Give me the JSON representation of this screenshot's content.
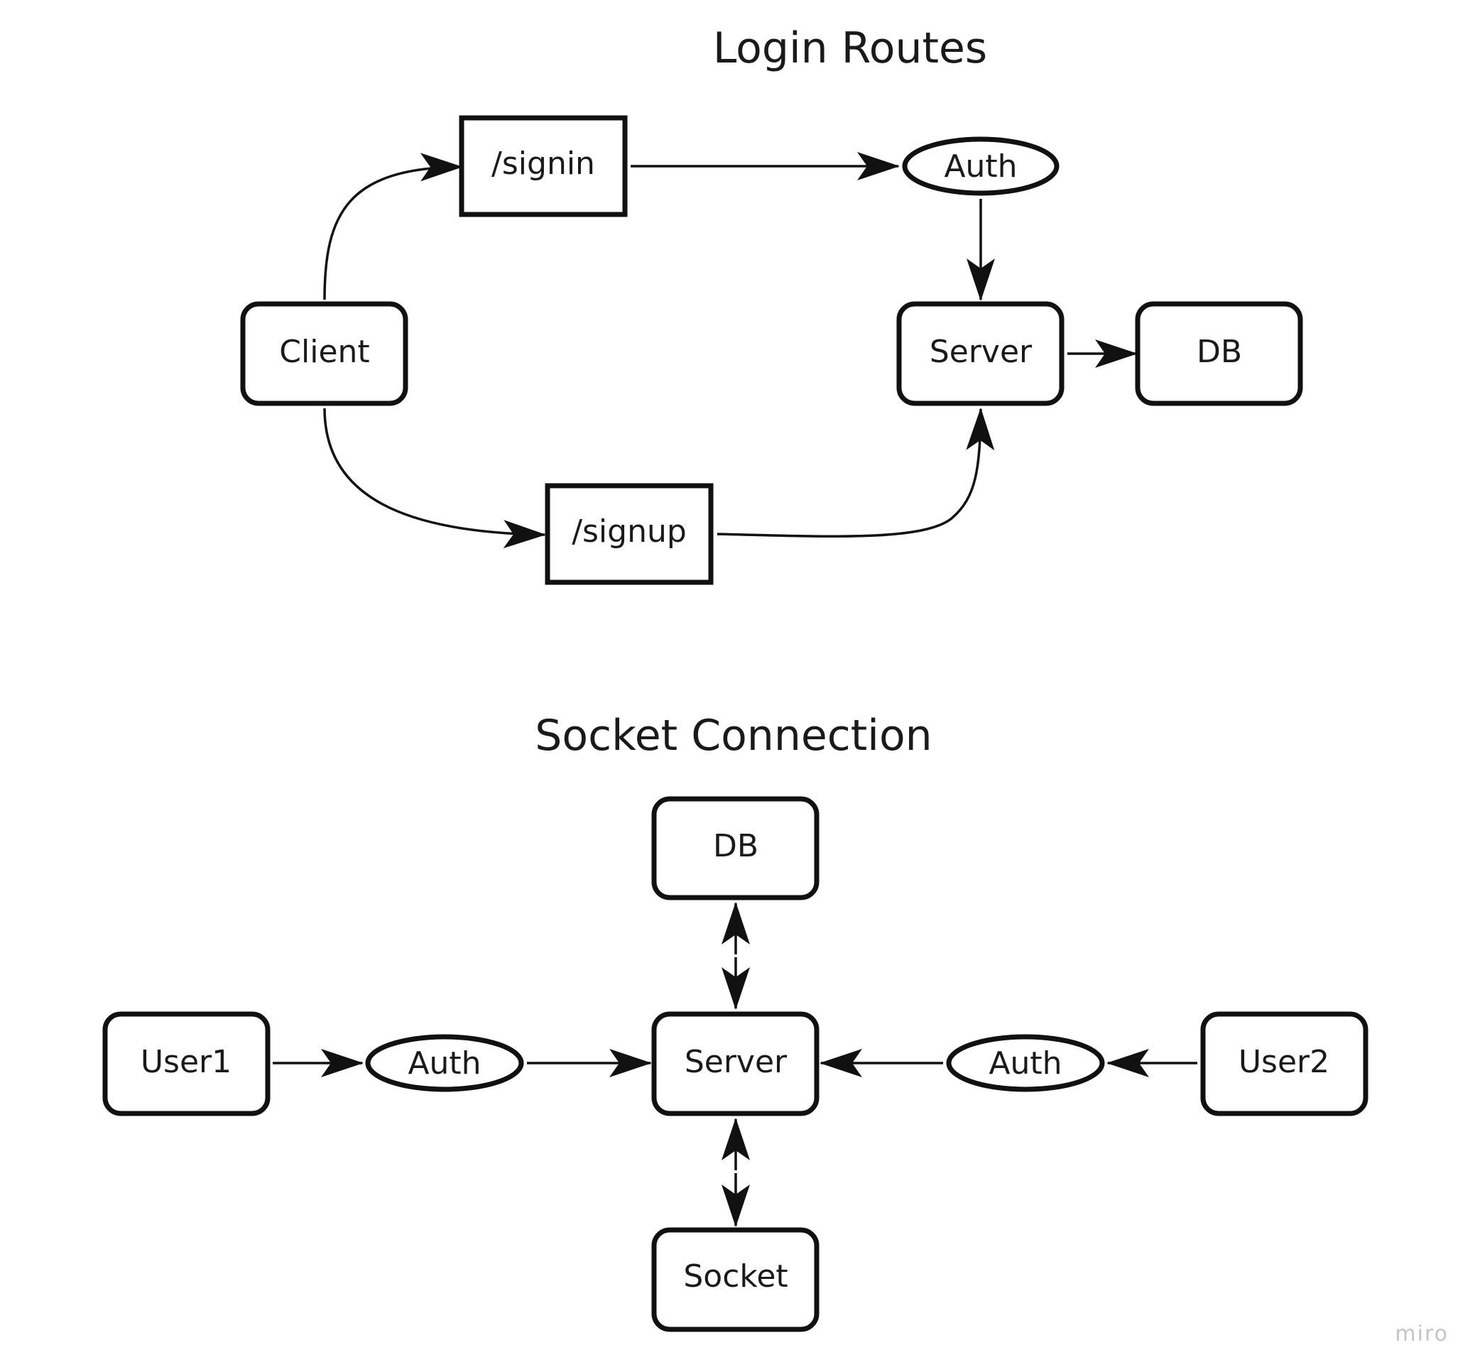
{
  "titles": {
    "login": "Login Routes",
    "socket": "Socket Connection"
  },
  "login": {
    "client": "Client",
    "signin": "/signin",
    "signup": "/signup",
    "auth": "Auth",
    "server": "Server",
    "db": "DB"
  },
  "socket": {
    "db": "DB",
    "server": "Server",
    "socket": "Socket",
    "user1": "User1",
    "user2": "User2",
    "auth_left": "Auth",
    "auth_right": "Auth"
  },
  "watermark": "miro",
  "colors": {
    "stroke": "#111111",
    "text": "#1a1a1a",
    "watermark": "#c4c4c4",
    "background": "#ffffff"
  }
}
